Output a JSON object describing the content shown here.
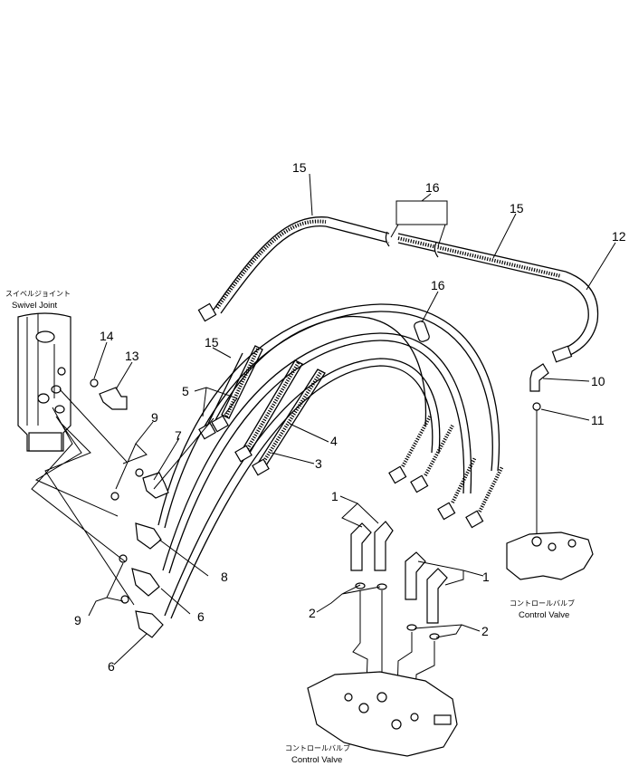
{
  "labels": {
    "swivel_jp": "スイベルジョイント",
    "swivel_en": "Swivel Joint",
    "cv_right_jp": "コントロールバルブ",
    "cv_right_en": "Control Valve",
    "cv_bottom_jp": "コントロールバルブ",
    "cv_bottom_en": "Control Valve"
  },
  "callouts": {
    "c15_top": "15",
    "c16_top": "16",
    "c15_right": "15",
    "c12": "12",
    "c16_mid": "16",
    "c14": "14",
    "c13": "13",
    "c15_left": "15",
    "c5": "5",
    "c4": "4",
    "c3": "3",
    "c9_upper": "9",
    "c7": "7",
    "c10": "10",
    "c11": "11",
    "c1_left": "1",
    "c1_right": "1",
    "c8": "8",
    "c2_left": "2",
    "c2_right": "2",
    "c9_lower": "9",
    "c6_right": "6",
    "c6_lower": "6"
  }
}
